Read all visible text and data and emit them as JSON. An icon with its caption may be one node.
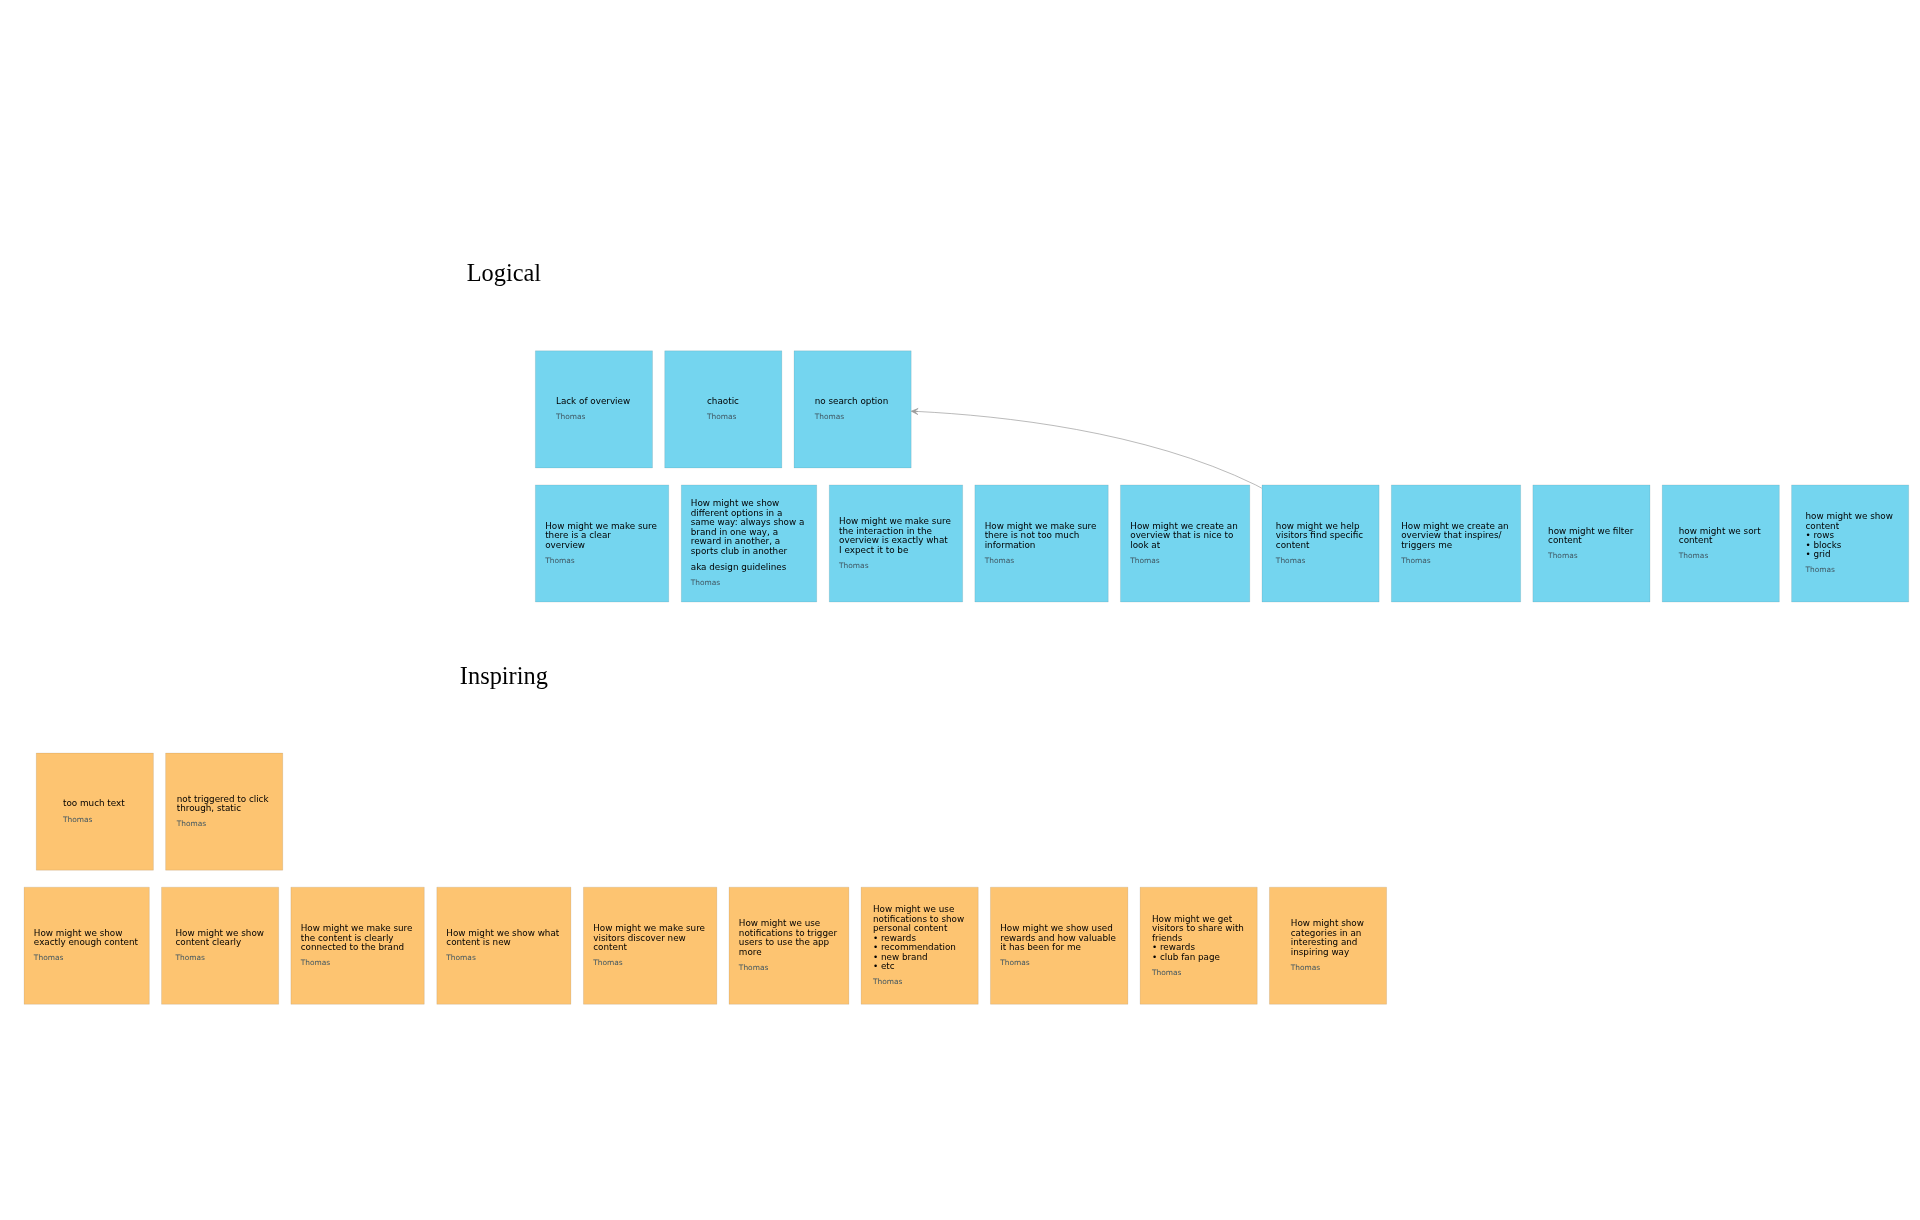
{
  "diagram": {
    "nodes": [
      {
        "text": [
          "Lack of overview",
          "Thomas"
        ]
      },
      {
        "text": [
          "chaotic",
          "Thomas"
        ]
      },
      {
        "text": [
          "no search option",
          "Thomas"
        ]
      },
      {
        "text": [
          "How might we make sure there is a clear overview",
          "Thomas"
        ]
      },
      {
        "text": [
          "How might we show different options in a same way: always show a brand in one way, a reward in another, a sports club in another",
          "aka design guidelines",
          "Thomas"
        ]
      },
      {
        "text": [
          "How might we make sure the interaction in the overview is exactly what I expect it to be",
          "Thomas"
        ]
      },
      {
        "text": [
          "How might we make sure there is not too much information",
          "Thomas"
        ]
      },
      {
        "text": [
          "How might we create an overview that is nice to look at",
          "Thomas"
        ]
      },
      {
        "text": [
          "How might we create an overview that inspires/ triggers me",
          "Thomas"
        ]
      },
      {
        "text": [
          "how might we help visitors find specific content",
          "Thomas"
        ]
      },
      {
        "text": [
          "how might we filter content",
          "Thomas"
        ]
      },
      {
        "text": [
          "how might we sort content",
          "Thomas"
        ]
      },
      {
        "text": [
          "how might we show content • rows • blocks • grid",
          "Thomas"
        ]
      },
      {
        "text": [
          "too much text",
          "Thomas"
        ]
      },
      {
        "text": [
          "not triggered to click through, static",
          "Thomas"
        ]
      },
      {
        "text": [
          "How might we show exactly enough content",
          "Thomas"
        ]
      },
      {
        "text": [
          "How might we show content clearly",
          "Thomas"
        ]
      },
      {
        "text": [
          "How might we make sure the content is clearly connected to the brand",
          "Thomas"
        ]
      },
      {
        "text": [
          "How might we show what content is new",
          "Thomas"
        ]
      },
      {
        "text": [
          "How might we make sure visitors discover new content",
          "Thomas"
        ]
      },
      {
        "text": [
          "How might we use notifications to trigger users to use the app more",
          "Thomas"
        ]
      },
      {
        "text": [
          "How might we use notifications to show personal content • rewards • recommendation • new brand • etc",
          "Thomas"
        ]
      },
      {
        "text": [
          "How might we show used rewards and how valuable it has been for me",
          "Thomas"
        ]
      },
      {
        "text": [
          "How might we get visitors to share with friends • rewards • club fan page",
          "Thomas"
        ]
      },
      {
        "text": [
          "How might show categories in an interesting and inspiring way",
          "Thomas"
        ]
      }
    ],
    "edges": [
      {
        "from": 9,
        "to": 2,
        "arrow": "to"
      }
    ],
    "labels": [
      "Logical",
      "Inspiring"
    ]
  }
}
